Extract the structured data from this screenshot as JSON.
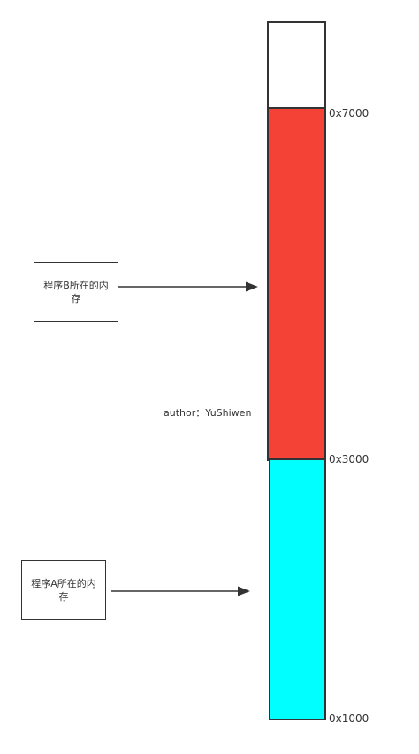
{
  "segments": {
    "free": {
      "color": "#ffffff"
    },
    "program_b": {
      "color": "#f44336"
    },
    "program_a": {
      "color": "#00ffff"
    }
  },
  "addresses": {
    "top": "0x7000",
    "middle": "0x3000",
    "bottom": "0x1000"
  },
  "labels": {
    "program_b": "程序B所在的内存",
    "program_a": "程序A所在的内存"
  },
  "author": "author：YuShiwen",
  "colors": {
    "stroke": "#333333",
    "background": "#ffffff"
  }
}
